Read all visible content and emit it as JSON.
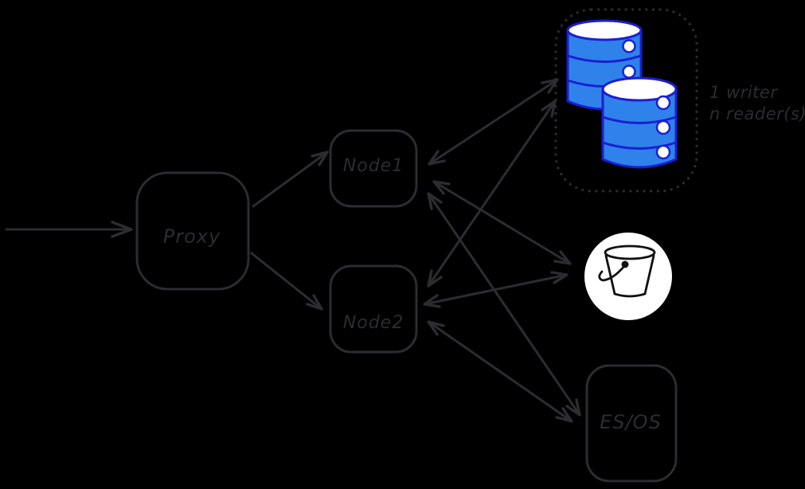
{
  "canvas": {
    "background": "#000000",
    "stroke": "#2c2c31"
  },
  "nodes": {
    "proxy": {
      "label": "Proxy"
    },
    "node1": {
      "label": "Node1"
    },
    "node2": {
      "label": "Node2"
    },
    "esos": {
      "label": "ES/OS"
    }
  },
  "database_cluster": {
    "caption_line1": "1 writer",
    "caption_line2": "n reader(s)",
    "cylinder_fill": "#2e82ea",
    "cylinder_stroke": "#1b1ed3",
    "cylinder_top_fill": "#ffffff",
    "border_style": "dotted"
  },
  "bucket": {
    "circle_fill": "#ffffff",
    "line_color": "#111111"
  },
  "connections": [
    {
      "from": "client",
      "to": "proxy",
      "arrows": "forward"
    },
    {
      "from": "proxy",
      "to": "node1",
      "arrows": "forward"
    },
    {
      "from": "proxy",
      "to": "node2",
      "arrows": "forward"
    },
    {
      "from": "node1",
      "to": "database-cluster",
      "arrows": "both"
    },
    {
      "from": "node2",
      "to": "database-cluster",
      "arrows": "both"
    },
    {
      "from": "node1",
      "to": "bucket",
      "arrows": "both"
    },
    {
      "from": "node2",
      "to": "bucket",
      "arrows": "both"
    },
    {
      "from": "node1",
      "to": "es-os",
      "arrows": "both"
    },
    {
      "from": "node2",
      "to": "es-os",
      "arrows": "both"
    }
  ]
}
